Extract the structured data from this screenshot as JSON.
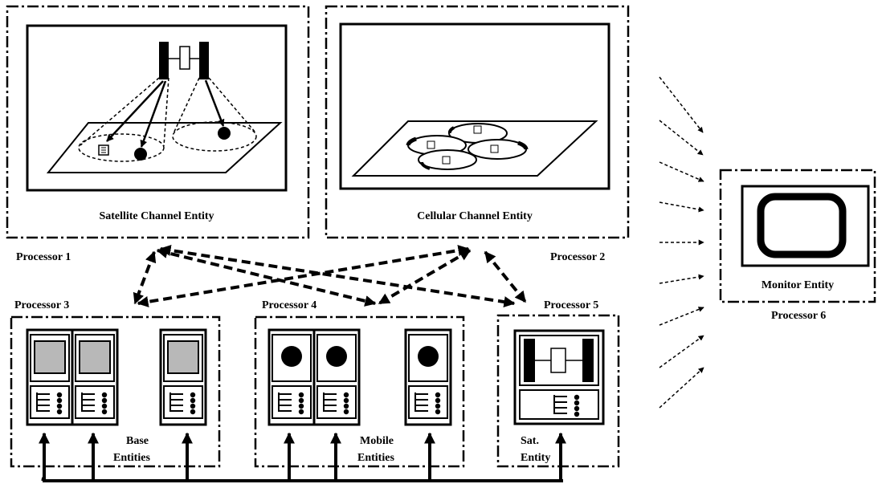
{
  "colors": {
    "ink": "#000000",
    "screen_fill": "#b8b8b8",
    "paper": "#ffffff"
  },
  "entities": {
    "satellite_channel": "Satellite Channel Entity",
    "cellular_channel": "Cellular Channel Entity",
    "monitor": "Monitor Entity",
    "base_line1": "Base",
    "base_line2": "Entities",
    "mobile_line1": "Mobile",
    "mobile_line2": "Entities",
    "sat_line1": "Sat.",
    "sat_line2": "Entity"
  },
  "processors": {
    "p1": "Processor 1",
    "p2": "Processor 2",
    "p3": "Processor 3",
    "p4": "Processor 4",
    "p5": "Processor 5",
    "p6": "Processor 6"
  },
  "icons": [
    "satellite-icon",
    "ground-plane-icon",
    "cell-coverage-icon",
    "base-terminal-icon",
    "mobile-terminal-icon",
    "sat-terminal-icon",
    "monitor-screen-icon",
    "dashed-link-arrow",
    "bus-arrow"
  ]
}
